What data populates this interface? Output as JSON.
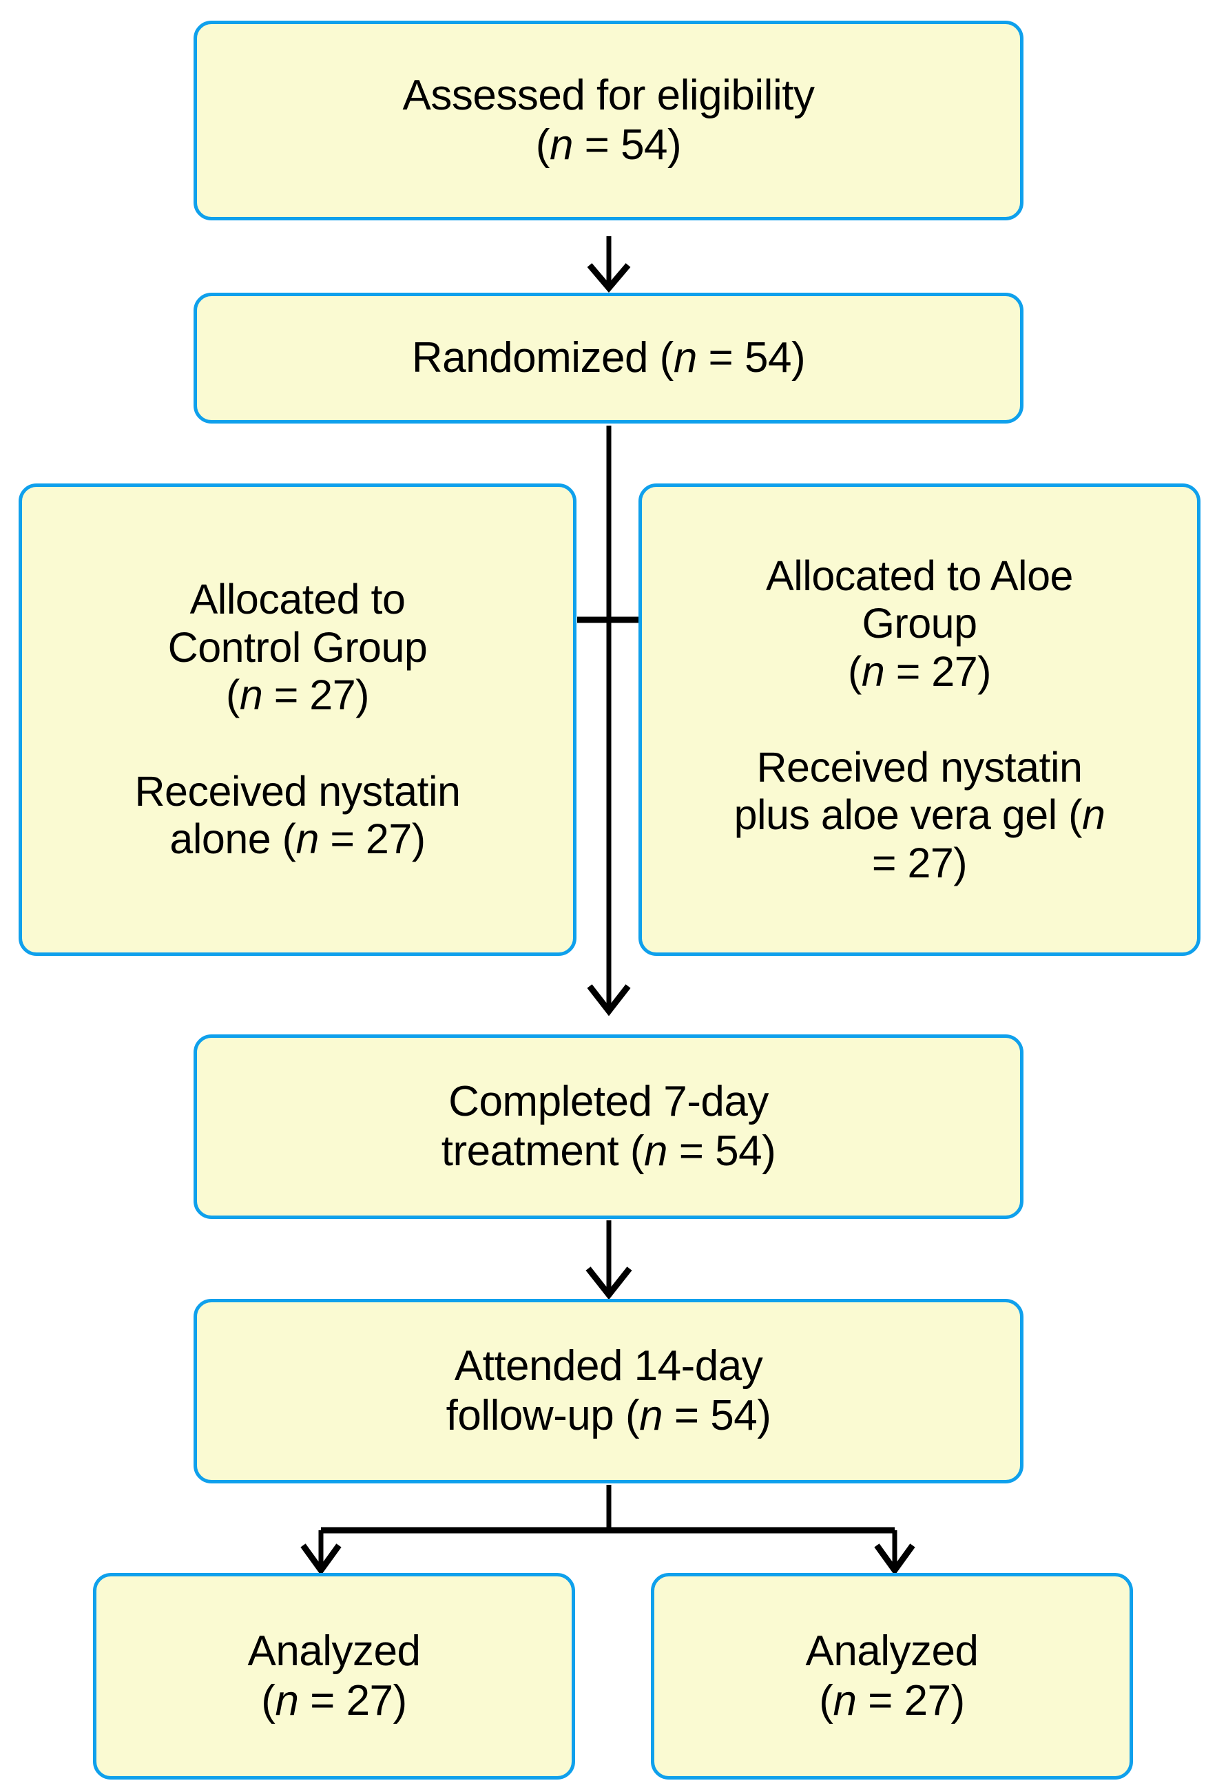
{
  "diagram": {
    "title": "CONSORT participant flow diagram",
    "colors": {
      "box_fill": "#FAFAD2",
      "box_border": "#0FA0EC",
      "connector": "#000000",
      "text": "#000000",
      "background": "#FFFFFF"
    },
    "nodes": [
      {
        "id": "assessed",
        "label": "Assessed for eligibility\n(n = 54)",
        "count": 54
      },
      {
        "id": "randomized",
        "label": "Randomized (n = 54)",
        "count": 54
      },
      {
        "id": "control",
        "label": "Allocated to\nControl Group\n(n = 27)\n\nReceived nystatin\nalone (n = 27)",
        "count": 27
      },
      {
        "id": "aloe",
        "label": "Allocated to Aloe\nGroup\n(n = 27)\n\nReceived nystatin\nplus aloe vera gel (n\n= 27)",
        "count": 27
      },
      {
        "id": "completed",
        "label": "Completed 7-day\ntreatment (n = 54)",
        "count": 54
      },
      {
        "id": "followup",
        "label": "Attended 14-day\nfollow-up (n = 54)",
        "count": 54
      },
      {
        "id": "analyzed_left",
        "label": "Analyzed\n(n = 27)",
        "count": 27
      },
      {
        "id": "analyzed_right",
        "label": "Analyzed\n(n = 27)",
        "count": 27
      }
    ],
    "edges": [
      {
        "from": "assessed",
        "to": "randomized",
        "arrow": "down"
      },
      {
        "from": "randomized",
        "to": "control",
        "arrow": "tee"
      },
      {
        "from": "randomized",
        "to": "aloe",
        "arrow": "tee"
      },
      {
        "from": "randomized",
        "to": "completed",
        "arrow": "down"
      },
      {
        "from": "completed",
        "to": "followup",
        "arrow": "down"
      },
      {
        "from": "followup",
        "to": "analyzed_left",
        "arrow": "down-split"
      },
      {
        "from": "followup",
        "to": "analyzed_right",
        "arrow": "down-split"
      }
    ]
  }
}
